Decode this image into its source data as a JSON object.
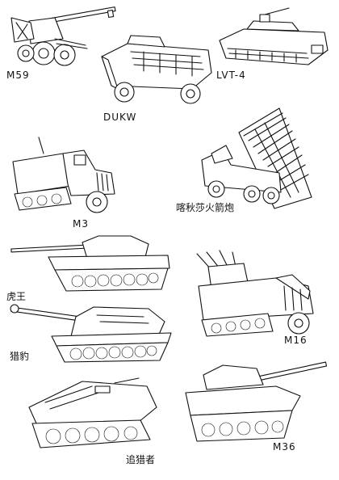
{
  "captions": {
    "m59": "M59",
    "dukw": "DUKW",
    "lvt4": "LVT-4",
    "m3": "M3",
    "rocket": "喀秋莎火箭炮",
    "tiger": "虎王",
    "m16": "M16",
    "panther": "猎豹",
    "hetzer": "追猎者",
    "m36": "M36"
  },
  "colors": {
    "ink": "#111111",
    "paper": "#ffffff"
  }
}
